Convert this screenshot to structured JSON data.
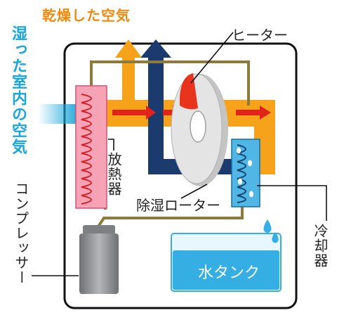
{
  "labels": {
    "dry_air": "乾燥した空気",
    "humid_air": "湿った室内の空気",
    "heater": "ヒーター",
    "radiator": "放熱器",
    "rotor": "除湿ローター",
    "compressor": "コンプレッサー",
    "cooler": "冷却器",
    "water_tank": "水タンク"
  },
  "colors": {
    "orange_flow": "#f7a21b",
    "navy_flow": "#1b3a6e",
    "red_arrow": "#e2231a",
    "pipe": "#8c7a3a",
    "radiator_fill": "#f5a3b5",
    "cooler_fill": "#4fb6e6",
    "rotor_fill": "#dcdcdc",
    "heater_fill": "#e8341c",
    "tank_water": "#34aee3",
    "compressor": "#8e9094",
    "humid_air": "#19a6d9"
  }
}
